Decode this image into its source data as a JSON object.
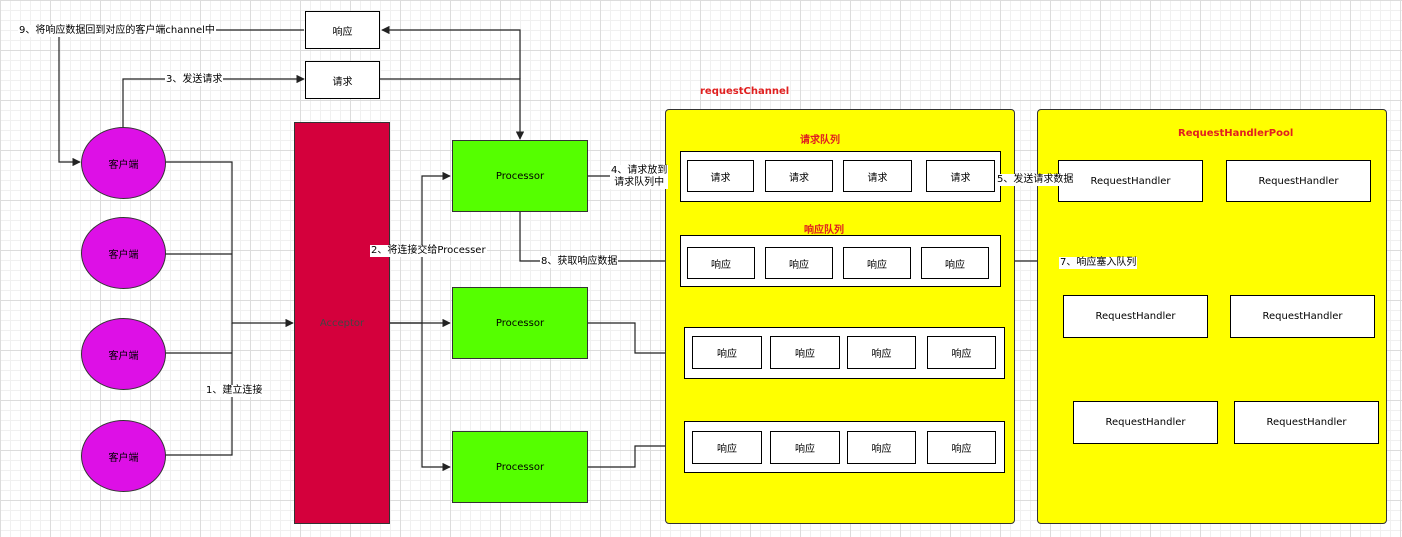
{
  "labels": {
    "client": "客户端",
    "request": "请求",
    "response": "响应",
    "processor": "Processor",
    "acceptor": "Acceptor",
    "request_handler": "RequestHandler"
  },
  "titles": {
    "request_channel": "requestChannel",
    "request_queue": "请求队列",
    "response_queue": "响应队列",
    "handler_pool": "RequestHandlerPool"
  },
  "edges": {
    "e1": "1、建立连接",
    "e2": "2、将连接交给Processer",
    "e3": "3、发送请求",
    "e4_line1": "4、请求放到",
    "e4_line2": "请求队列中",
    "e5": "5、发送请求数据",
    "e7": "7、响应塞入队列",
    "e8": "8、获取响应数据",
    "e9": "9、将响应数据回到对应的客户端channel中"
  },
  "colors": {
    "client": "#dd10e6",
    "acceptor": "#d4003c",
    "processor": "#55ff00",
    "channel": "#ffff00",
    "title": "#e02020"
  }
}
